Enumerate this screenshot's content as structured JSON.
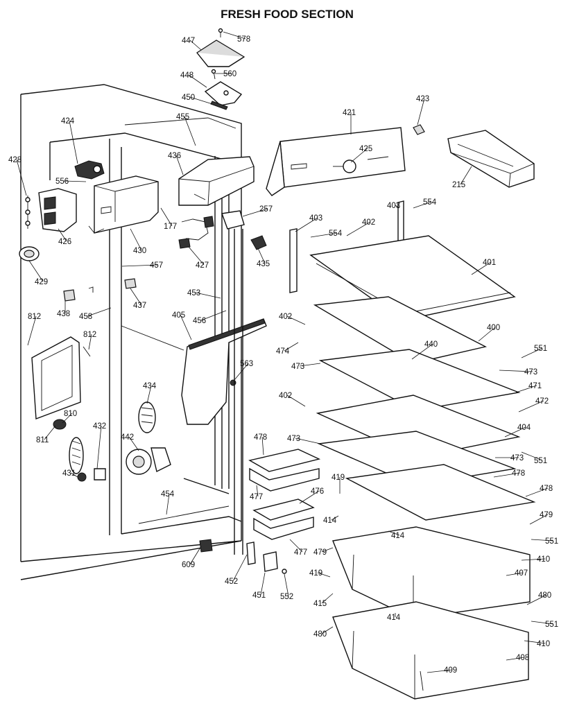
{
  "header": {
    "title": "FRESH FOOD SECTION"
  },
  "colors": {
    "ink": "#111111",
    "paper": "#ffffff",
    "shade": "#dcdcdc"
  },
  "parts": [
    {
      "id": "p447",
      "label": "447"
    },
    {
      "id": "p578",
      "label": "578"
    },
    {
      "id": "p448",
      "label": "448"
    },
    {
      "id": "p560",
      "label": "560"
    },
    {
      "id": "p450",
      "label": "450"
    },
    {
      "id": "p421",
      "label": "421"
    },
    {
      "id": "p423",
      "label": "423"
    },
    {
      "id": "p424",
      "label": "424"
    },
    {
      "id": "p455",
      "label": "455"
    },
    {
      "id": "p436",
      "label": "436"
    },
    {
      "id": "p425",
      "label": "425"
    },
    {
      "id": "p428a",
      "label": "428"
    },
    {
      "id": "p556",
      "label": "556"
    },
    {
      "id": "p215",
      "label": "215"
    },
    {
      "id": "p403a",
      "label": "403"
    },
    {
      "id": "p554a",
      "label": "554"
    },
    {
      "id": "p257",
      "label": "257"
    },
    {
      "id": "p177",
      "label": "177"
    },
    {
      "id": "p430",
      "label": "430"
    },
    {
      "id": "p426",
      "label": "426"
    },
    {
      "id": "p403b",
      "label": "403"
    },
    {
      "id": "p402a",
      "label": "402"
    },
    {
      "id": "p554b",
      "label": "554"
    },
    {
      "id": "p427",
      "label": "427"
    },
    {
      "id": "p435",
      "label": "435"
    },
    {
      "id": "p401",
      "label": "401"
    },
    {
      "id": "p429",
      "label": "429"
    },
    {
      "id": "p457",
      "label": "457"
    },
    {
      "id": "p437",
      "label": "437"
    },
    {
      "id": "p438",
      "label": "438"
    },
    {
      "id": "p453",
      "label": "453"
    },
    {
      "id": "p458",
      "label": "458"
    },
    {
      "id": "p456",
      "label": "456"
    },
    {
      "id": "p405",
      "label": "405"
    },
    {
      "id": "p812a",
      "label": "812"
    },
    {
      "id": "p402b",
      "label": "402"
    },
    {
      "id": "p400",
      "label": "400"
    },
    {
      "id": "p812b",
      "label": "812"
    },
    {
      "id": "p474",
      "label": "474"
    },
    {
      "id": "p440",
      "label": "440"
    },
    {
      "id": "p551a",
      "label": "551"
    },
    {
      "id": "p473a",
      "label": "473"
    },
    {
      "id": "p563",
      "label": "563"
    },
    {
      "id": "p473b",
      "label": "473"
    },
    {
      "id": "p471",
      "label": "471"
    },
    {
      "id": "p434",
      "label": "434"
    },
    {
      "id": "p402c",
      "label": "402"
    },
    {
      "id": "p472",
      "label": "472"
    },
    {
      "id": "p810",
      "label": "810"
    },
    {
      "id": "p432",
      "label": "432"
    },
    {
      "id": "p404",
      "label": "404"
    },
    {
      "id": "p811",
      "label": "811"
    },
    {
      "id": "p442",
      "label": "442"
    },
    {
      "id": "p478a",
      "label": "478"
    },
    {
      "id": "p473c",
      "label": "473"
    },
    {
      "id": "p473d",
      "label": "473"
    },
    {
      "id": "p551b",
      "label": "551"
    },
    {
      "id": "p431",
      "label": "431"
    },
    {
      "id": "p419a",
      "label": "419"
    },
    {
      "id": "p478b",
      "label": "478"
    },
    {
      "id": "p477a",
      "label": "477"
    },
    {
      "id": "p476",
      "label": "476"
    },
    {
      "id": "p478c",
      "label": "478"
    },
    {
      "id": "p454",
      "label": "454"
    },
    {
      "id": "p414a",
      "label": "414"
    },
    {
      "id": "p479a",
      "label": "479"
    },
    {
      "id": "p414b",
      "label": "414"
    },
    {
      "id": "p551c",
      "label": "551"
    },
    {
      "id": "p477b",
      "label": "477"
    },
    {
      "id": "p479b",
      "label": "479"
    },
    {
      "id": "p410a",
      "label": "410"
    },
    {
      "id": "p609",
      "label": "609"
    },
    {
      "id": "p407",
      "label": "407"
    },
    {
      "id": "p419b",
      "label": "419"
    },
    {
      "id": "p452",
      "label": "452"
    },
    {
      "id": "p415",
      "label": "415"
    },
    {
      "id": "p451",
      "label": "451"
    },
    {
      "id": "p552",
      "label": "552"
    },
    {
      "id": "p480a",
      "label": "480"
    },
    {
      "id": "p414c",
      "label": "414"
    },
    {
      "id": "p551d",
      "label": "551"
    },
    {
      "id": "p480b",
      "label": "480"
    },
    {
      "id": "p410b",
      "label": "410"
    },
    {
      "id": "p408",
      "label": "408"
    },
    {
      "id": "p409",
      "label": "409"
    }
  ]
}
